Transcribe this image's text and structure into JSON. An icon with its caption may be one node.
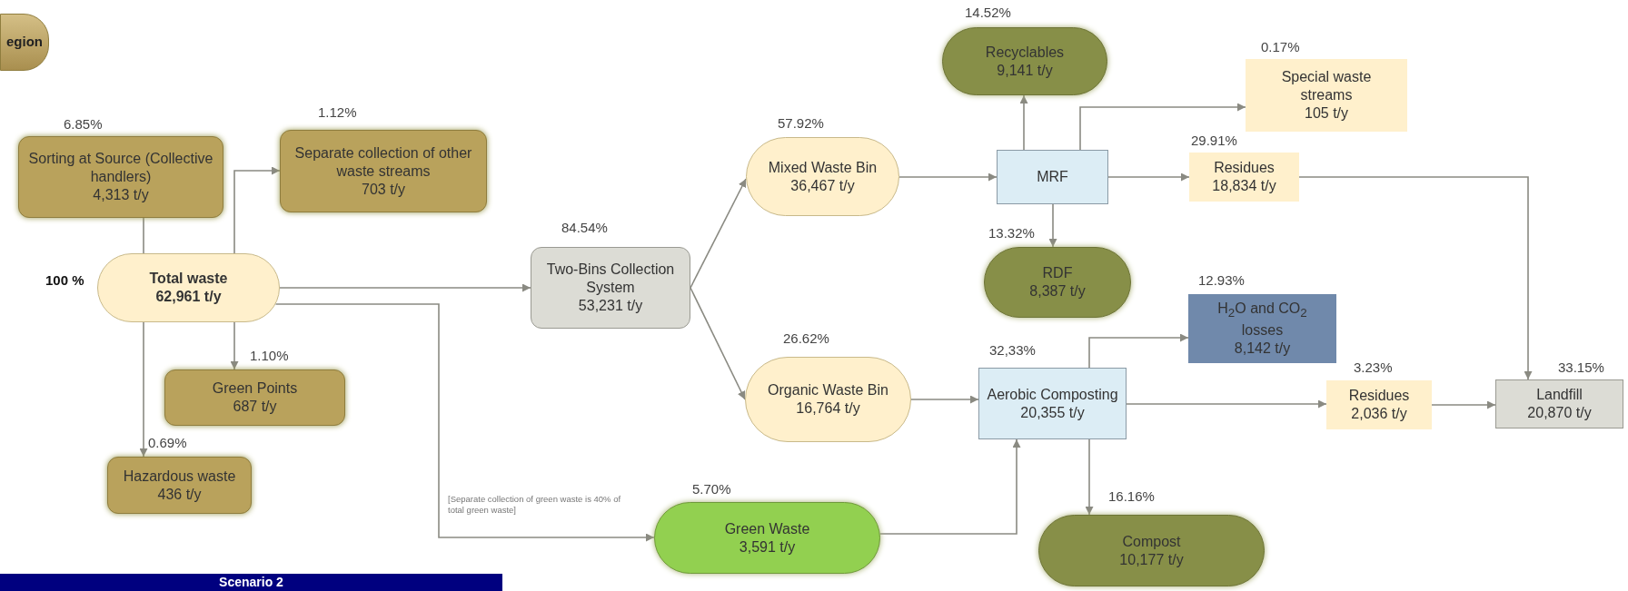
{
  "diagram": {
    "nodes": [
      {
        "text": [
          "egion"
        ]
      },
      {
        "text": [
          "Sorting at Source (Collective handlers)",
          "4,313 t/y"
        ],
        "beside": [
          "6.85%"
        ]
      },
      {
        "text": [
          "Separate collection of other waste streams",
          "703 t/y"
        ],
        "beside": [
          "1.12%"
        ]
      },
      {
        "text": [
          "Total waste",
          "62,961 t/y"
        ],
        "beside": [
          "100 %"
        ]
      },
      {
        "text": [
          "Green Points",
          "687 t/y"
        ],
        "beside": [
          "1.10%"
        ]
      },
      {
        "text": [
          "Hazardous waste",
          "436 t/y"
        ],
        "beside": [
          "0.69%"
        ]
      },
      {
        "text": [
          "Two-Bins Collection System",
          "53,231 t/y"
        ],
        "beside": [
          "84.54%"
        ]
      },
      {
        "text": [
          "Mixed Waste Bin",
          "36,467 t/y"
        ],
        "beside": [
          "57.92%"
        ]
      },
      {
        "text": [
          "Organic Waste Bin",
          "16,764 t/y"
        ],
        "beside": [
          "26.62%"
        ]
      },
      {
        "text": [
          "Green Waste",
          "3,591 t/y"
        ],
        "beside": [
          "5.70%"
        ]
      },
      {
        "text": [
          "Recyclables",
          "9,141 t/y"
        ],
        "beside": [
          "14.52%"
        ]
      },
      {
        "text": [
          "Special waste streams",
          "105 t/y"
        ],
        "beside": [
          "0.17%"
        ]
      },
      {
        "text": [
          "MRF"
        ]
      },
      {
        "text": [
          "Residues",
          "18,834 t/y"
        ],
        "beside": [
          "29.91%"
        ]
      },
      {
        "text": [
          "RDF",
          "8,387 t/y"
        ],
        "beside": [
          "13.32%"
        ]
      },
      {
        "text": [
          "H$_{2}$O and CO$_{2}$ losses",
          "8,142 t/y"
        ],
        "beside": [
          "12.93%"
        ]
      },
      {
        "text": [
          "Aerobic Composting",
          "20,355 t/y"
        ],
        "beside": [
          "32,33%"
        ]
      },
      {
        "text": [
          "Residues",
          "2,036 t/y"
        ],
        "beside": [
          "3.23%"
        ]
      },
      {
        "text": [
          "Landfill",
          "20,870 t/y"
        ],
        "beside": [
          "33.15%"
        ]
      },
      {
        "text": [
          "Compost",
          "10,177 t/y"
        ],
        "beside": [
          "16.16%"
        ]
      },
      {
        "text": [
          "Scenario 2"
        ]
      }
    ],
    "edges": [
      {
        "from": 1,
        "to": 3,
        "arrow": "none"
      },
      {
        "from": 3,
        "to": 2,
        "arrow": "to"
      },
      {
        "from": 3,
        "to": 6,
        "arrow": "to"
      },
      {
        "from": 3,
        "to": 9,
        "arrow": "to",
        "label": "[Separate collection of green waste is 40% of total green waste]"
      },
      {
        "from": 3,
        "to": 4,
        "arrow": "to"
      },
      {
        "from": 3,
        "to": 5,
        "arrow": "to"
      },
      {
        "from": 6,
        "to": 7,
        "arrow": "to"
      },
      {
        "from": 6,
        "to": 8,
        "arrow": "to"
      },
      {
        "from": 7,
        "to": 12,
        "arrow": "to"
      },
      {
        "from": 8,
        "to": 16,
        "arrow": "to"
      },
      {
        "from": 9,
        "to": 16,
        "arrow": "to"
      },
      {
        "from": 12,
        "to": 10,
        "arrow": "to"
      },
      {
        "from": 12,
        "to": 11,
        "arrow": "to"
      },
      {
        "from": 12,
        "to": 13,
        "arrow": "to"
      },
      {
        "from": 12,
        "to": 14,
        "arrow": "to"
      },
      {
        "from": 13,
        "to": 18,
        "arrow": "to"
      },
      {
        "from": 16,
        "to": 15,
        "arrow": "to"
      },
      {
        "from": 16,
        "to": 17,
        "arrow": "to"
      },
      {
        "from": 17,
        "to": 18,
        "arrow": "to"
      },
      {
        "from": 16,
        "to": 19,
        "arrow": "to"
      }
    ]
  }
}
